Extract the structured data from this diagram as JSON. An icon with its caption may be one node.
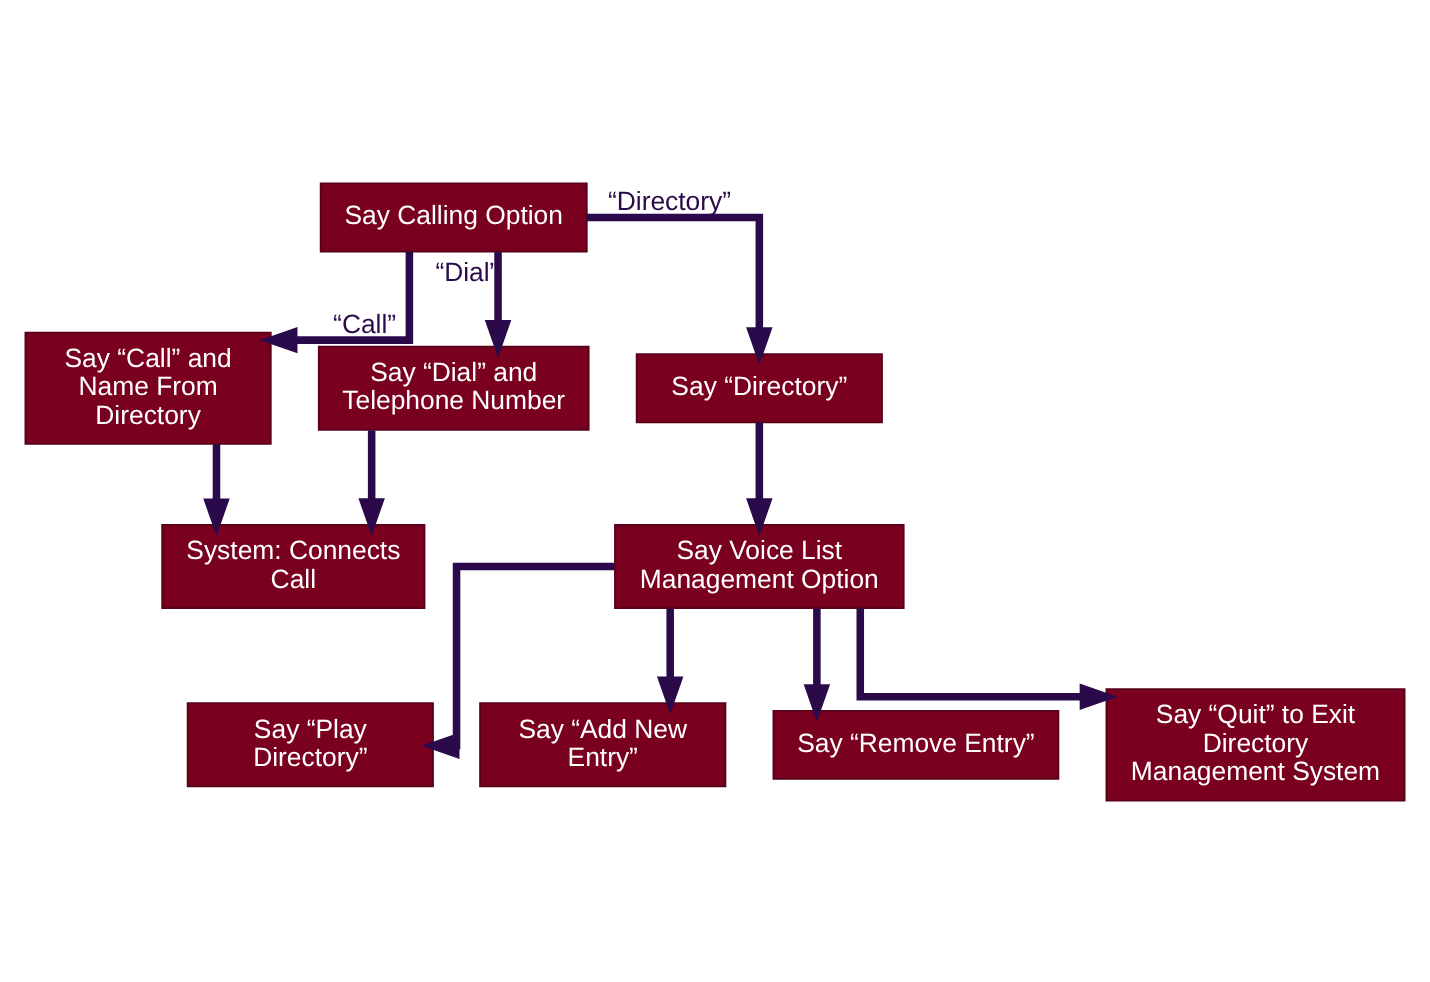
{
  "diagram": {
    "nodes": [
      {
        "text": [
          "Say Calling Option"
        ]
      },
      {
        "text": [
          "Say “Call” and Name From Directory"
        ]
      },
      {
        "text": [
          "Say “Dial” and Telephone Number"
        ]
      },
      {
        "text": [
          "Say “Directory”"
        ]
      },
      {
        "text": [
          "System: Connects Call"
        ]
      },
      {
        "text": [
          "Say Voice List Management Option"
        ]
      },
      {
        "text": [
          "Say “Play Directory”"
        ]
      },
      {
        "text": [
          "Say “Add New Entry”"
        ]
      },
      {
        "text": [
          "Say “Remove Entry”"
        ]
      },
      {
        "text": [
          "Say “Quit” to Exit Directory Management System"
        ]
      }
    ],
    "edges": [
      {
        "from": 0,
        "to": 1,
        "arrow": "to",
        "label": "“Call”"
      },
      {
        "from": 0,
        "to": 2,
        "arrow": "to",
        "label": "“Dial”"
      },
      {
        "from": 0,
        "to": 3,
        "arrow": "to",
        "label": "“Directory”"
      },
      {
        "from": 1,
        "to": 4,
        "arrow": "to"
      },
      {
        "from": 2,
        "to": 4,
        "arrow": "to"
      },
      {
        "from": 3,
        "to": 5,
        "arrow": "to"
      },
      {
        "from": 5,
        "to": 6,
        "arrow": "to"
      },
      {
        "from": 5,
        "to": 7,
        "arrow": "to"
      },
      {
        "from": 5,
        "to": 8,
        "arrow": "to"
      },
      {
        "from": 5,
        "to": 9,
        "arrow": "to"
      }
    ]
  }
}
